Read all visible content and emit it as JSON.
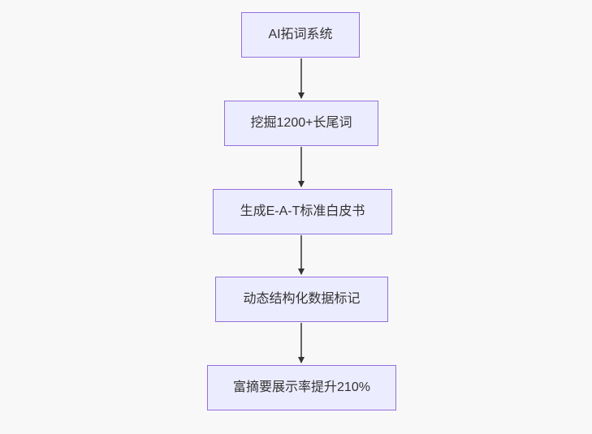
{
  "page": {
    "background_color": "#f8f8f8"
  },
  "flowchart": {
    "type": "flowchart",
    "direction": "top-down",
    "node_fill_color": "#ECECFF",
    "node_border_color": "#9370DB",
    "node_text_color": "#333333",
    "edge_color": "#333333",
    "nodes": [
      {
        "id": "A",
        "label": "AI拓词系统"
      },
      {
        "id": "B",
        "label": "挖掘1200+长尾词"
      },
      {
        "id": "C",
        "label": "生成E-A-T标准白皮书"
      },
      {
        "id": "D",
        "label": "动态结构化数据标记"
      },
      {
        "id": "E",
        "label": "富摘要展示率提升210%"
      }
    ],
    "edges": [
      {
        "from": "A",
        "to": "B"
      },
      {
        "from": "B",
        "to": "C"
      },
      {
        "from": "C",
        "to": "D"
      },
      {
        "from": "D",
        "to": "E"
      }
    ]
  }
}
